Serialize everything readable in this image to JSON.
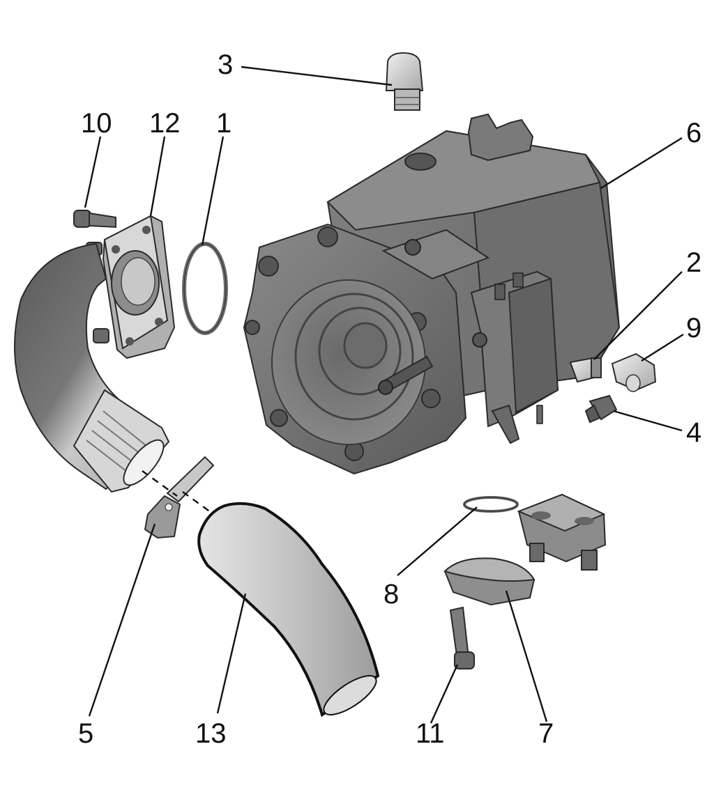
{
  "callouts": {
    "c1": "1",
    "c2": "2",
    "c3": "3",
    "c4": "4",
    "c5": "5",
    "c6": "6",
    "c7": "7",
    "c8": "8",
    "c9": "9",
    "c10": "10",
    "c11": "11",
    "c12": "12",
    "c13": "13"
  },
  "colors": {
    "background": "#ffffff",
    "text": "#111111",
    "pump_dark": "#5e5e5e",
    "pump_mid": "#767676",
    "pump_light": "#9a9a9a",
    "part_light": "#bdbdbd",
    "part_highlight": "#e6e6e6"
  }
}
